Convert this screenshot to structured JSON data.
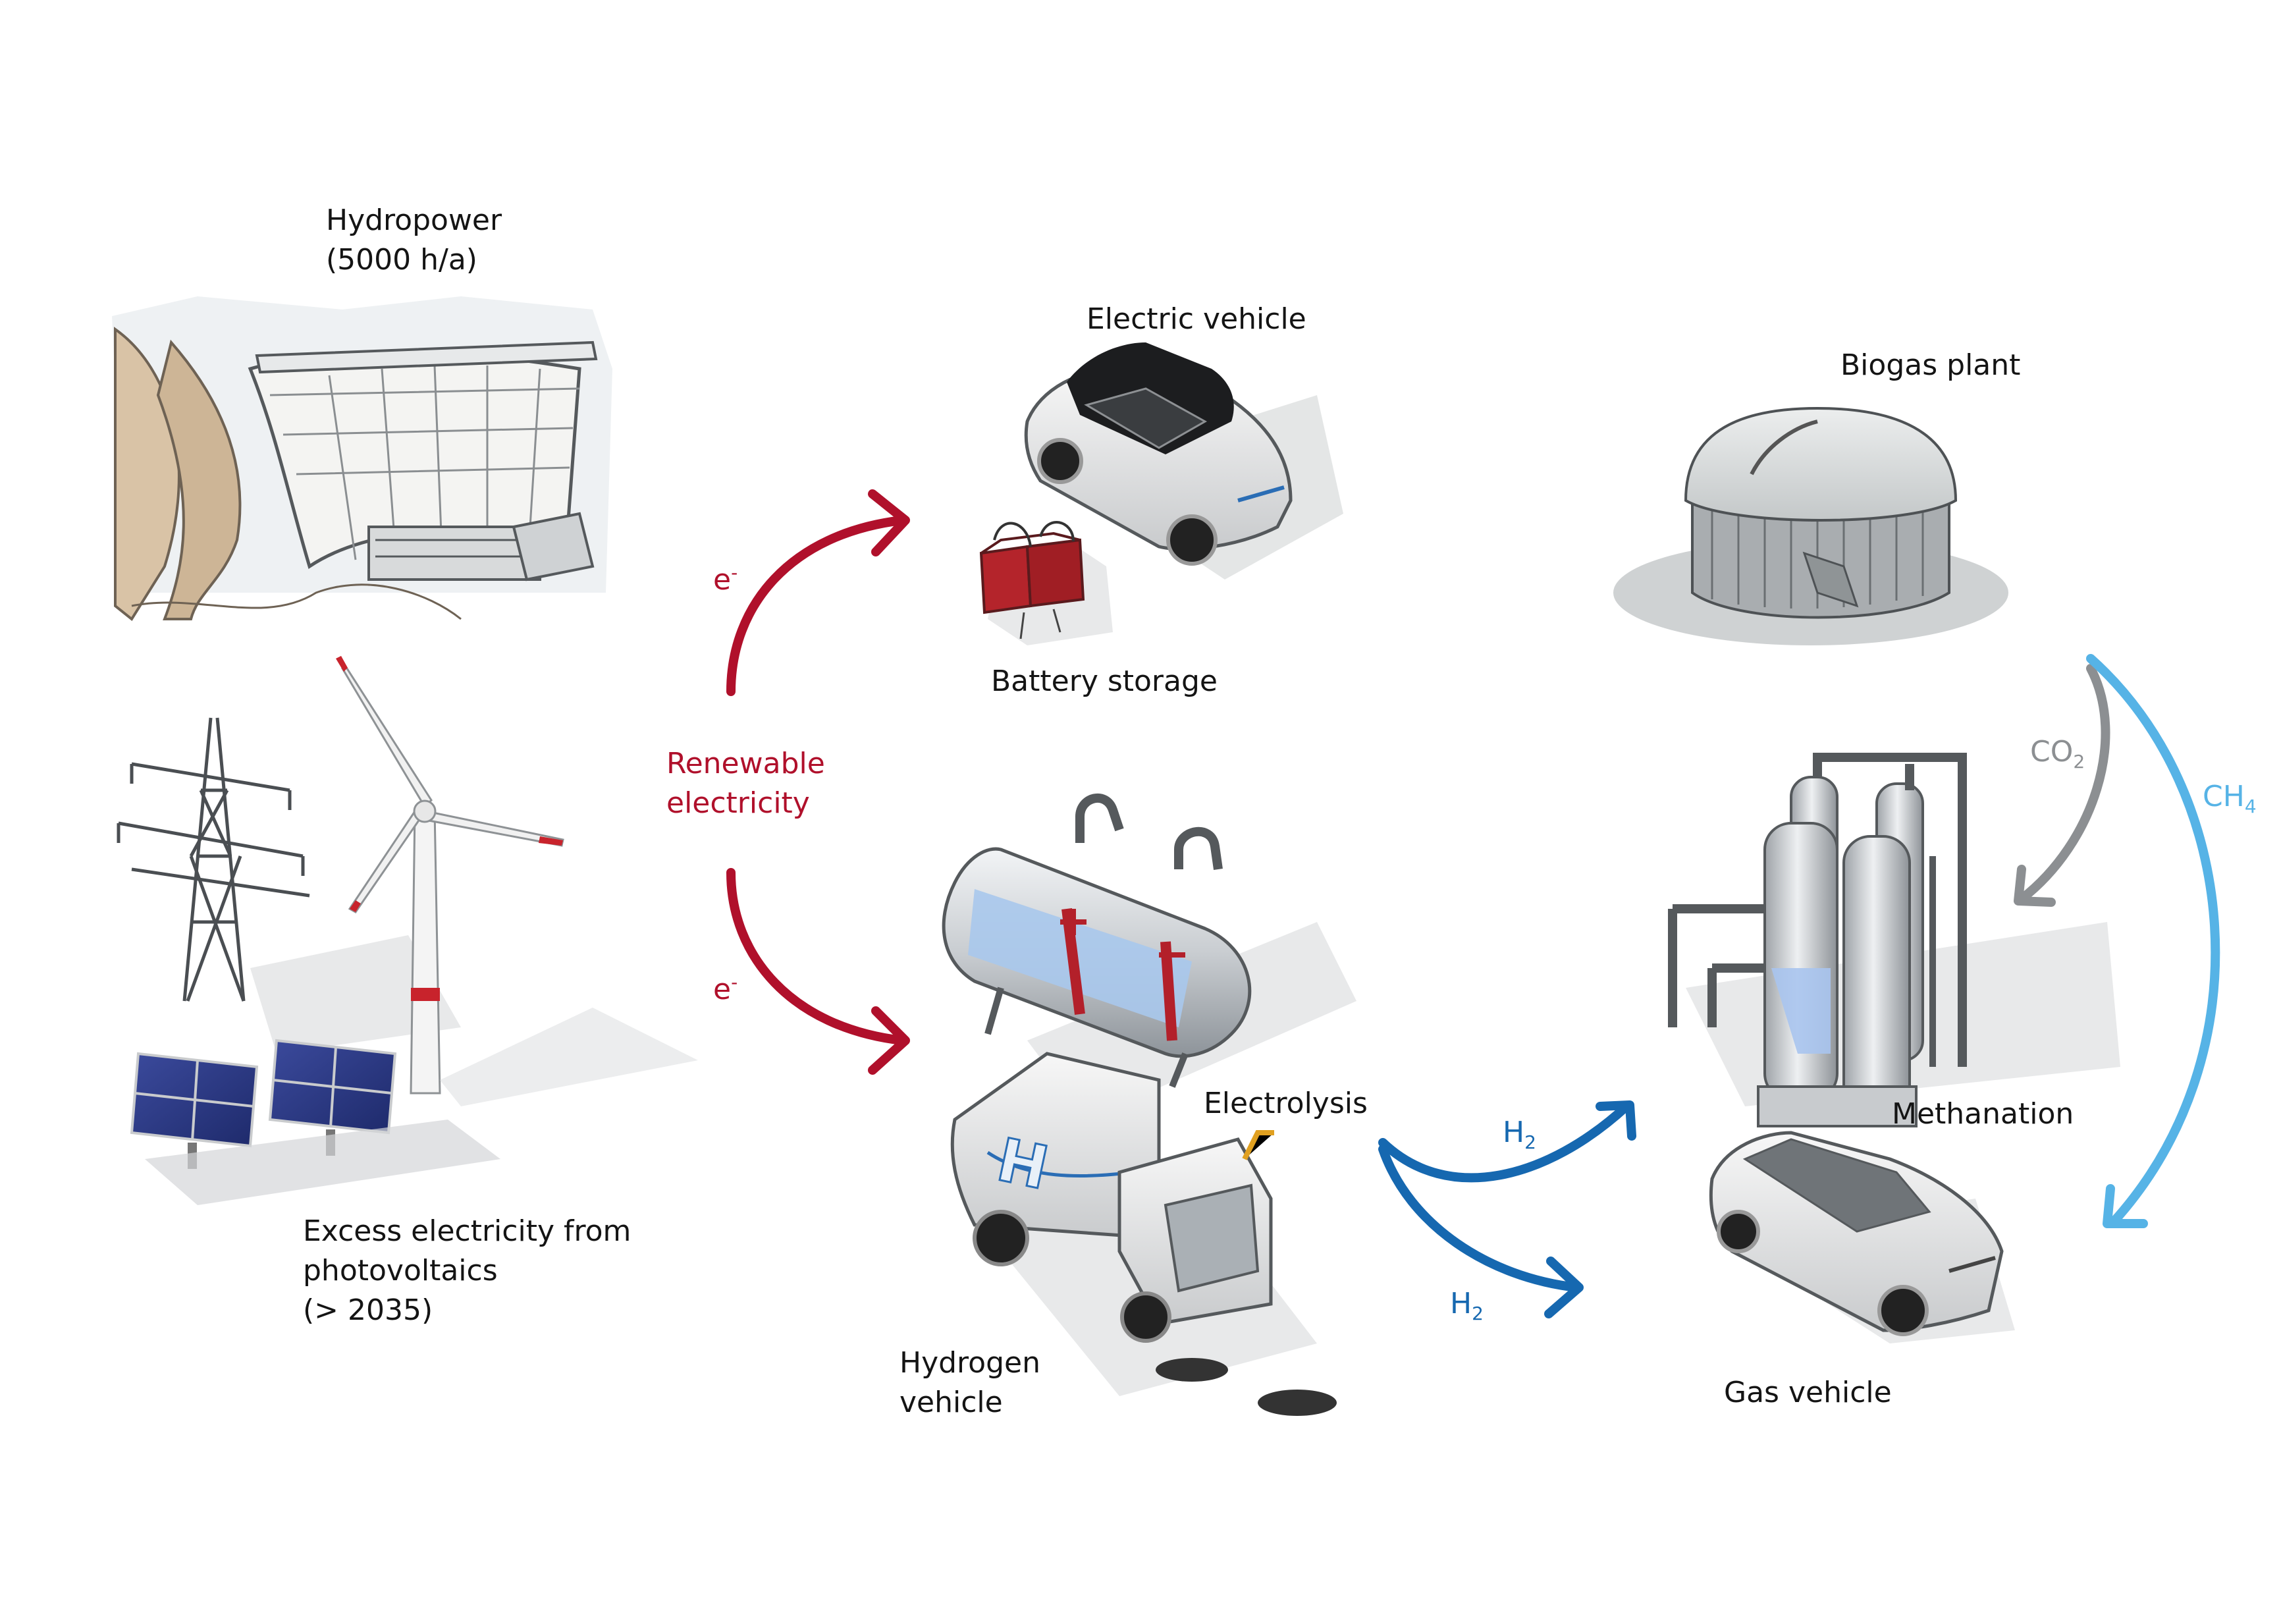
{
  "labels": {
    "hydropower": [
      "Hydropower",
      "(5000 h/a)"
    ],
    "electric_vehicle": "Electric vehicle",
    "battery_storage": "Battery storage",
    "biogas_plant": "Biogas plant",
    "renewable_electricity": [
      "Renewable",
      "electricity"
    ],
    "electrolysis": "Electrolysis",
    "methanation": "Methanation",
    "pv_excess": [
      "Excess electricity from",
      "photovoltaics",
      "(> 2035)"
    ],
    "hydrogen_vehicle": [
      "Hydrogen",
      "vehicle"
    ],
    "gas_vehicle": "Gas vehicle"
  },
  "flows": {
    "electron_upper": {
      "base": "e",
      "sup": "-"
    },
    "electron_lower": {
      "base": "e",
      "sup": "-"
    },
    "h2_upper": {
      "base": "H",
      "sub": "2"
    },
    "h2_lower": {
      "base": "H",
      "sub": "2"
    },
    "co2": {
      "base": "CO",
      "sub": "2"
    },
    "ch4": {
      "base": "CH",
      "sub": "4"
    }
  },
  "colors": {
    "electricity_arrow": "#b0102b",
    "hydrogen_arrow": "#1668b0",
    "co2_arrow": "#8c8f92",
    "ch4_arrow": "#56b3e6",
    "label_text": "#141414"
  },
  "icons": [
    "hydropower-dam",
    "power-pylon",
    "wind-turbine",
    "solar-panel",
    "electric-car",
    "battery",
    "biogas-dome",
    "electrolyzer-tank",
    "hydrogen-sweeper",
    "methanation-columns",
    "gas-car"
  ]
}
